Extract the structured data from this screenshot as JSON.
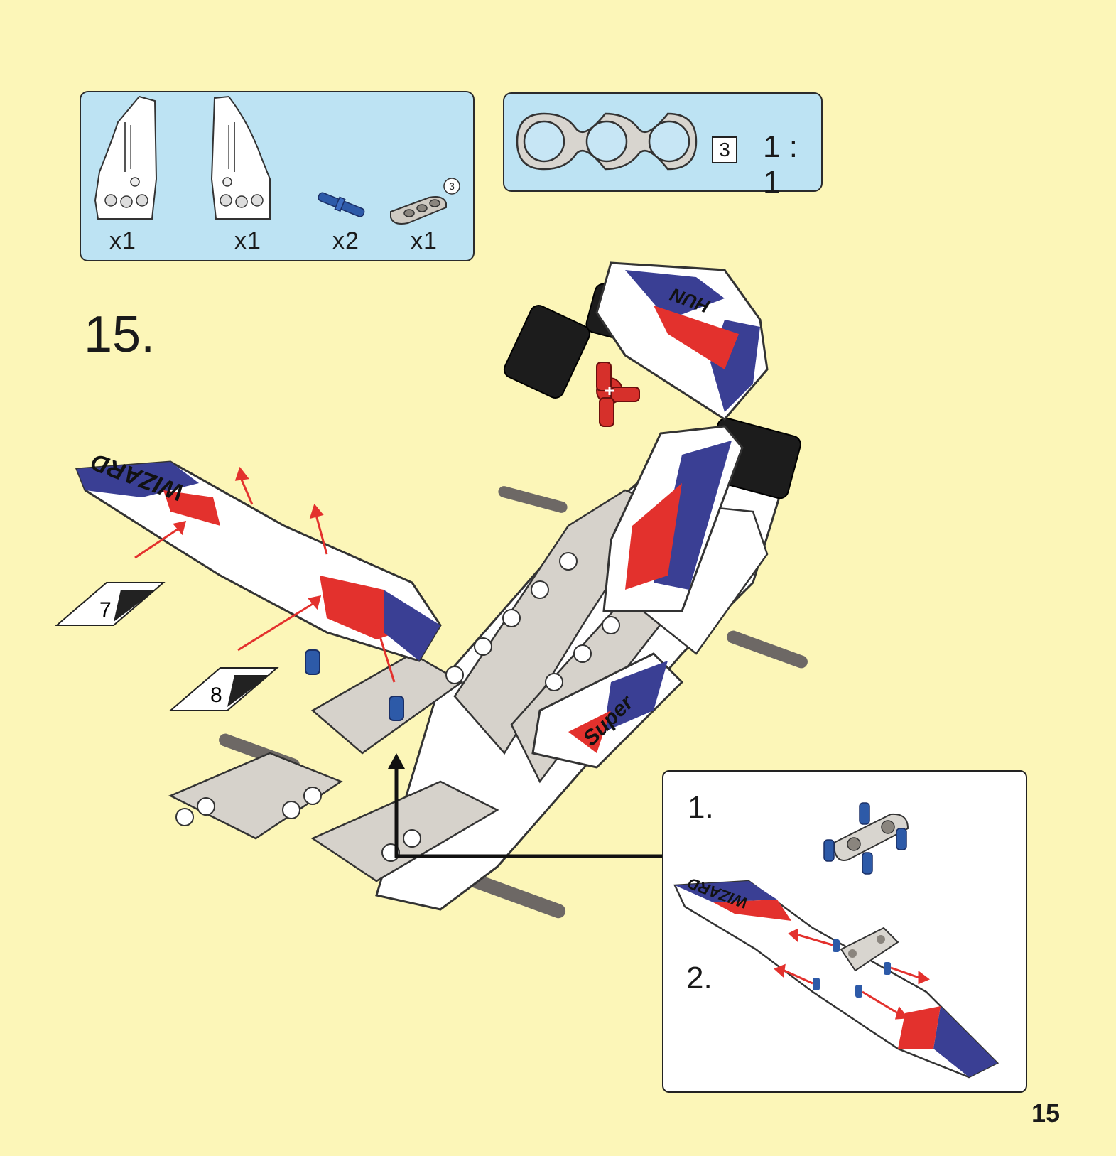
{
  "parts_list": {
    "items": [
      {
        "icon": "white-fairing-left-icon",
        "quantity": "x1"
      },
      {
        "icon": "white-fairing-right-icon",
        "quantity": "x1"
      },
      {
        "icon": "blue-pin-icon",
        "quantity": "x2"
      },
      {
        "icon": "gray-beam-3-icon",
        "quantity": "x1",
        "badge": "3"
      }
    ]
  },
  "scale_reference": {
    "icon": "beam-3-scale-icon",
    "length": "3",
    "ratio": "1 : 1"
  },
  "step": {
    "number": "15.",
    "stickers": [
      {
        "number": "7"
      },
      {
        "number": "8"
      }
    ],
    "decal_texts": [
      "WIZARD",
      "HUN",
      "Super"
    ]
  },
  "substeps": {
    "items": [
      {
        "label": "1."
      },
      {
        "label": "2."
      }
    ]
  },
  "page": {
    "number": "15"
  },
  "colors": {
    "background": "#fcf6b8",
    "panel": "#bde3f3",
    "decal_blue": "#3a3f94",
    "decal_red": "#e3312d",
    "arrow_red": "#e3312d",
    "pin_blue": "#2d5aa8"
  }
}
